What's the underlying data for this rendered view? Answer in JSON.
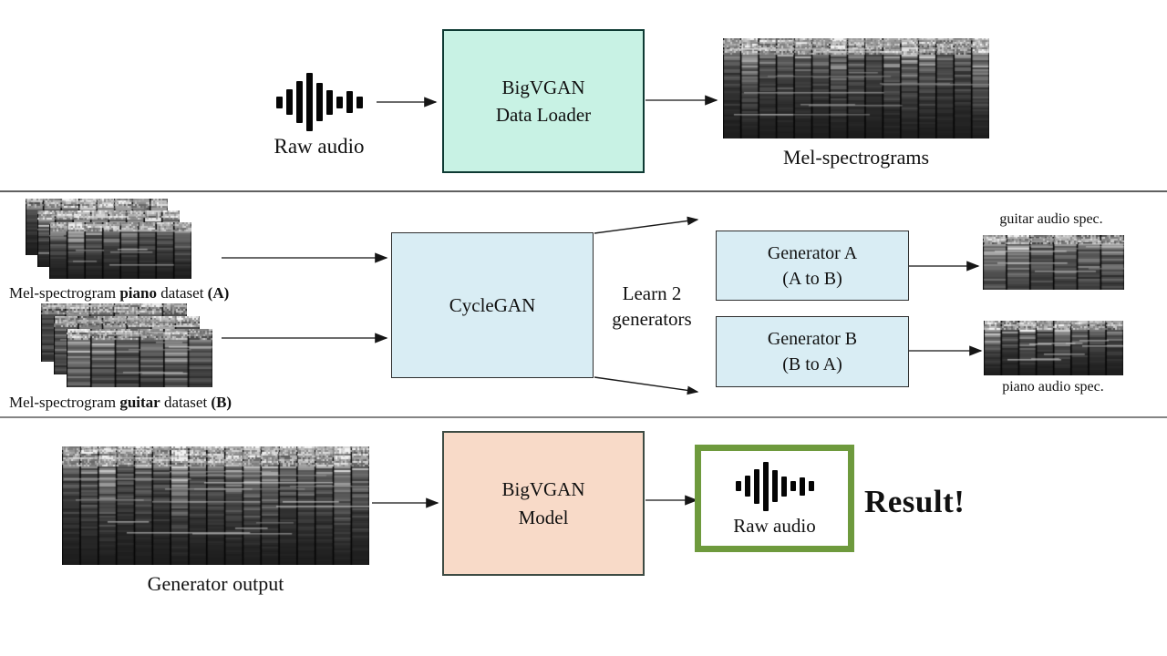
{
  "colors": {
    "mint_fill": "#c8f2e4",
    "mint_border": "#0e3a33",
    "blue_fill": "#d9edf4",
    "peach_fill": "#f8dac8",
    "olive_border": "#6e9a3d",
    "arrow": "#3a3a3a"
  },
  "top": {
    "raw_audio_label": "Raw audio",
    "loader_line1": "BigVGAN",
    "loader_line2": "Data Loader",
    "mel_label": "Mel-spectrograms"
  },
  "middle": {
    "dataset_a": {
      "t1": "Mel-spectrogram ",
      "b1": "piano",
      "t2": " dataset ",
      "b2": "(A)"
    },
    "dataset_b": {
      "t1": "Mel-spectrogram ",
      "b1": "guitar",
      "t2": " dataset ",
      "b2": "(B)"
    },
    "cyclegan_label": "CycleGAN",
    "learn_line1": "Learn 2",
    "learn_line2": "generators",
    "gen_a_line1": "Generator A",
    "gen_a_line2": "(A to B)",
    "gen_b_line1": "Generator B",
    "gen_b_line2": "(B to A)",
    "guitar_spec_label": "guitar audio spec.",
    "piano_spec_label": "piano audio spec."
  },
  "bottom": {
    "generator_output_label": "Generator output",
    "model_line1": "BigVGAN",
    "model_line2": "Model",
    "raw_audio_label": "Raw audio",
    "result_label": "Result!"
  }
}
